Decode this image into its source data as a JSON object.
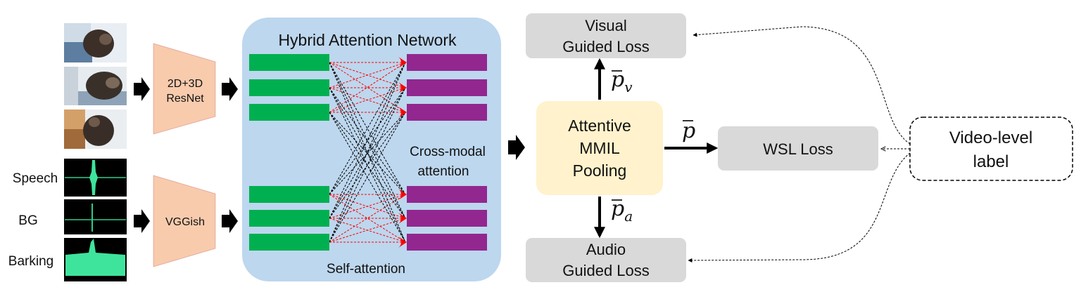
{
  "diagram": {
    "audio_labels": [
      "Speech",
      "BG",
      "Barking"
    ],
    "encoders": {
      "visual": [
        "2D+3D",
        "ResNet"
      ],
      "audio": "VGGish"
    },
    "han": {
      "title": "Hybrid Attention Network",
      "cross_modal": [
        "Cross-modal",
        "attention"
      ],
      "self_attention": "Self-attention"
    },
    "pooling": [
      "Attentive",
      "MMIL",
      "Pooling"
    ],
    "losses": {
      "visual": [
        "Visual",
        "Guided Loss"
      ],
      "audio": [
        "Audio",
        "Guided Loss"
      ],
      "wsl": "WSL Loss"
    },
    "video_label": [
      "Video-level",
      "label"
    ],
    "math": {
      "p": {
        "base": "p",
        "sub": ""
      },
      "pv": {
        "base": "p",
        "sub": "v"
      },
      "pa": {
        "base": "p",
        "sub": "a"
      }
    },
    "colors": {
      "han_bg": "#bdd7ee",
      "segment": "#00b050",
      "attended": "#92278f",
      "encoder": "#f8cbad",
      "pooling": "#fff2cc",
      "loss": "#d9d9d9",
      "cross_link": "#ff0000",
      "self_link": "#000000"
    }
  }
}
